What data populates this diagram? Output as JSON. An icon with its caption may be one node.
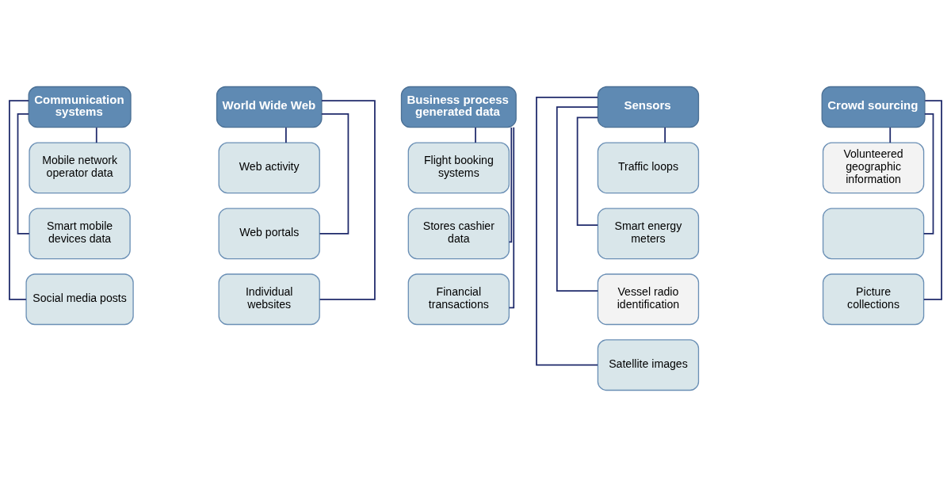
{
  "diagram": {
    "nodes": [
      {
        "text": [
          "Communication systems"
        ]
      },
      {
        "text": [
          "Mobile network operator data"
        ]
      },
      {
        "text": [
          "Smart mobile devices data"
        ]
      },
      {
        "text": [
          "Social media posts"
        ]
      },
      {
        "text": [
          "World Wide Web"
        ]
      },
      {
        "text": [
          "Web activity"
        ]
      },
      {
        "text": [
          "Web portals"
        ]
      },
      {
        "text": [
          "Individual websites"
        ]
      },
      {
        "text": [
          "Business process generated data"
        ]
      },
      {
        "text": [
          "Flight booking systems"
        ]
      },
      {
        "text": [
          "Stores cashier data"
        ]
      },
      {
        "text": [
          "Financial transactions"
        ]
      },
      {
        "text": [
          "Sensors"
        ]
      },
      {
        "text": [
          "Traffic loops"
        ]
      },
      {
        "text": [
          "Smart energy meters"
        ]
      },
      {
        "text": [
          "Vessel radio identification"
        ]
      },
      {
        "text": [
          "Satellite images"
        ]
      },
      {
        "text": [
          "Crowd sourcing"
        ]
      },
      {
        "text": [
          "Volunteered geographic information"
        ]
      },
      {
        "text": [],
        "shape": "box"
      },
      {
        "text": [
          "Picture collections"
        ]
      }
    ],
    "edges": [
      {
        "from": 0,
        "to": 1,
        "arrow": "none"
      },
      {
        "from": 0,
        "to": 2,
        "arrow": "none"
      },
      {
        "from": 0,
        "to": 3,
        "arrow": "none"
      },
      {
        "from": 4,
        "to": 5,
        "arrow": "none"
      },
      {
        "from": 4,
        "to": 6,
        "arrow": "none"
      },
      {
        "from": 4,
        "to": 7,
        "arrow": "none"
      },
      {
        "from": 8,
        "to": 9,
        "arrow": "none"
      },
      {
        "from": 8,
        "to": 10,
        "arrow": "none"
      },
      {
        "from": 8,
        "to": 11,
        "arrow": "none"
      },
      {
        "from": 12,
        "to": 13,
        "arrow": "none"
      },
      {
        "from": 12,
        "to": 14,
        "arrow": "none"
      },
      {
        "from": 12,
        "to": 15,
        "arrow": "none"
      },
      {
        "from": 12,
        "to": 16,
        "arrow": "none"
      },
      {
        "from": 17,
        "to": 18,
        "arrow": "none"
      },
      {
        "from": 17,
        "to": 19,
        "arrow": "none"
      },
      {
        "from": 17,
        "to": 20,
        "arrow": "none"
      }
    ]
  }
}
